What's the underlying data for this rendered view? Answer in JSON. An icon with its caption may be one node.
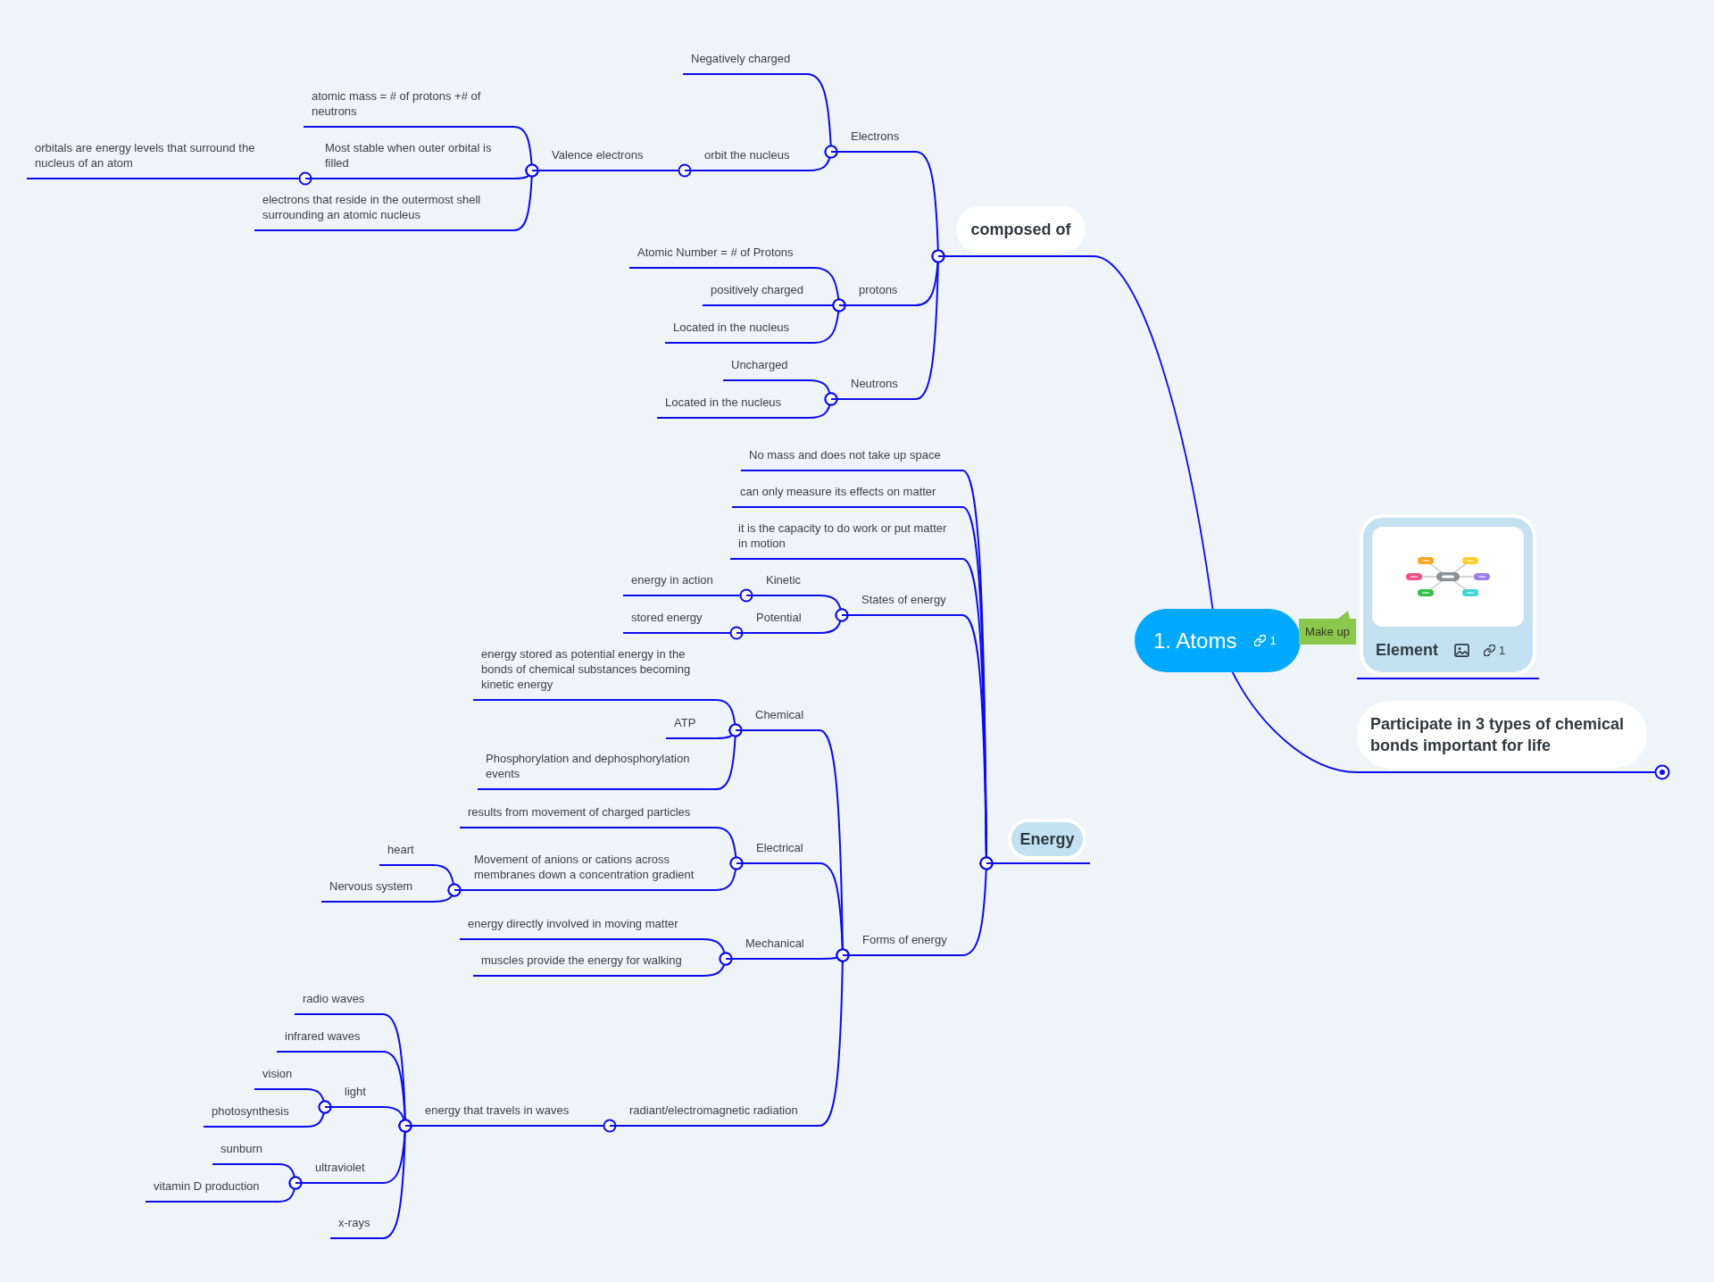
{
  "diagram": {
    "nodes": [
      {
        "text": [
          "1. Atoms",
          "1"
        ]
      },
      {
        "text": [
          "composed of"
        ]
      },
      {
        "text": [
          "Electrons"
        ]
      },
      {
        "text": [
          "Negatively charged"
        ]
      },
      {
        "text": [
          "orbit the nucleus"
        ]
      },
      {
        "text": [
          "Valence electrons"
        ]
      },
      {
        "text": [
          "atomic mass = # of protons +# of neutrons"
        ]
      },
      {
        "text": [
          "Most stable when outer orbital is filled"
        ]
      },
      {
        "text": [
          "orbitals are energy levels that surround the nucleus of an atom"
        ]
      },
      {
        "text": [
          "electrons that reside in the outermost shell surrounding an atomic nucleus"
        ]
      },
      {
        "text": [
          "protons"
        ]
      },
      {
        "text": [
          "Atomic Number = # of Protons"
        ]
      },
      {
        "text": [
          "positively charged"
        ]
      },
      {
        "text": [
          "Located in the nucleus"
        ]
      },
      {
        "text": [
          "Neutrons"
        ]
      },
      {
        "text": [
          "Uncharged"
        ]
      },
      {
        "text": [
          "Located in the nucleus"
        ]
      },
      {
        "text": [
          "Make up"
        ]
      },
      {
        "text": [
          "Element",
          "1"
        ]
      },
      {
        "text": [
          "Participate in 3 types of chemical bonds important for life"
        ]
      },
      {
        "text": [
          "Energy"
        ]
      },
      {
        "text": [
          "No mass and does not take up space"
        ]
      },
      {
        "text": [
          "can only measure its effects on matter"
        ]
      },
      {
        "text": [
          "it is the capacity to do work or put matter in motion"
        ]
      },
      {
        "text": [
          "States of energy"
        ]
      },
      {
        "text": [
          "Kinetic"
        ]
      },
      {
        "text": [
          "energy in action"
        ]
      },
      {
        "text": [
          "Potential"
        ]
      },
      {
        "text": [
          "stored energy"
        ]
      },
      {
        "text": [
          "Forms of energy"
        ]
      },
      {
        "text": [
          "Chemical"
        ]
      },
      {
        "text": [
          "energy stored as potential energy in the bonds of chemical substances becoming kinetic energy"
        ]
      },
      {
        "text": [
          "ATP"
        ]
      },
      {
        "text": [
          "Phosphorylation and dephosphorylation events"
        ]
      },
      {
        "text": [
          "Electrical"
        ]
      },
      {
        "text": [
          "results from movement of charged particles"
        ]
      },
      {
        "text": [
          "Movement of anions or cations across membranes down a concentration gradient"
        ]
      },
      {
        "text": [
          "heart"
        ]
      },
      {
        "text": [
          "Nervous system"
        ]
      },
      {
        "text": [
          "Mechanical"
        ]
      },
      {
        "text": [
          "energy directly involved in moving matter"
        ]
      },
      {
        "text": [
          "muscles provide the energy for walking"
        ]
      },
      {
        "text": [
          "radiant/electromagnetic radiation"
        ]
      },
      {
        "text": [
          "energy that travels in waves"
        ]
      },
      {
        "text": [
          "radio waves"
        ]
      },
      {
        "text": [
          "infrared waves"
        ]
      },
      {
        "text": [
          "light"
        ]
      },
      {
        "text": [
          "vision"
        ]
      },
      {
        "text": [
          "photosynthesis"
        ]
      },
      {
        "text": [
          "ultraviolet"
        ]
      },
      {
        "text": [
          "sunburn"
        ]
      },
      {
        "text": [
          "vitamin D production"
        ]
      },
      {
        "text": [
          "x-rays"
        ]
      }
    ],
    "edges": [
      {
        "from": 0,
        "to": 1,
        "arrow": "none"
      },
      {
        "from": 1,
        "to": 2,
        "arrow": "other"
      },
      {
        "from": 2,
        "to": 3,
        "arrow": "other"
      },
      {
        "from": 2,
        "to": 4,
        "arrow": "other"
      },
      {
        "from": 4,
        "to": 5,
        "arrow": "other"
      },
      {
        "from": 5,
        "to": 6,
        "arrow": "other"
      },
      {
        "from": 5,
        "to": 7,
        "arrow": "other"
      },
      {
        "from": 7,
        "to": 8,
        "arrow": "other"
      },
      {
        "from": 5,
        "to": 9,
        "arrow": "other"
      },
      {
        "from": 1,
        "to": 10,
        "arrow": "other"
      },
      {
        "from": 10,
        "to": 11,
        "arrow": "other"
      },
      {
        "from": 10,
        "to": 12,
        "arrow": "other"
      },
      {
        "from": 10,
        "to": 13,
        "arrow": "other"
      },
      {
        "from": 1,
        "to": 14,
        "arrow": "other"
      },
      {
        "from": 14,
        "to": 15,
        "arrow": "other"
      },
      {
        "from": 14,
        "to": 16,
        "arrow": "other"
      },
      {
        "from": 0,
        "to": 19,
        "arrow": "none"
      },
      {
        "from": 20,
        "to": 21,
        "arrow": "other"
      },
      {
        "from": 20,
        "to": 22,
        "arrow": "other"
      },
      {
        "from": 20,
        "to": 23,
        "arrow": "other"
      },
      {
        "from": 20,
        "to": 24,
        "arrow": "other"
      },
      {
        "from": 24,
        "to": 25,
        "arrow": "other"
      },
      {
        "from": 25,
        "to": 26,
        "arrow": "other"
      },
      {
        "from": 24,
        "to": 27,
        "arrow": "other"
      },
      {
        "from": 27,
        "to": 28,
        "arrow": "other"
      },
      {
        "from": 20,
        "to": 29,
        "arrow": "other"
      },
      {
        "from": 29,
        "to": 30,
        "arrow": "other"
      },
      {
        "from": 30,
        "to": 31,
        "arrow": "other"
      },
      {
        "from": 30,
        "to": 32,
        "arrow": "other"
      },
      {
        "from": 30,
        "to": 33,
        "arrow": "other"
      },
      {
        "from": 29,
        "to": 34,
        "arrow": "other"
      },
      {
        "from": 34,
        "to": 35,
        "arrow": "other"
      },
      {
        "from": 34,
        "to": 36,
        "arrow": "other"
      },
      {
        "from": 36,
        "to": 37,
        "arrow": "other"
      },
      {
        "from": 36,
        "to": 38,
        "arrow": "other"
      },
      {
        "from": 29,
        "to": 39,
        "arrow": "other"
      },
      {
        "from": 39,
        "to": 40,
        "arrow": "other"
      },
      {
        "from": 39,
        "to": 41,
        "arrow": "other"
      },
      {
        "from": 29,
        "to": 42,
        "arrow": "other"
      },
      {
        "from": 42,
        "to": 43,
        "arrow": "other"
      },
      {
        "from": 43,
        "to": 44,
        "arrow": "other"
      },
      {
        "from": 43,
        "to": 45,
        "arrow": "other"
      },
      {
        "from": 43,
        "to": 46,
        "arrow": "other"
      },
      {
        "from": 46,
        "to": 47,
        "arrow": "other"
      },
      {
        "from": 46,
        "to": 48,
        "arrow": "other"
      },
      {
        "from": 43,
        "to": 49,
        "arrow": "other"
      },
      {
        "from": 49,
        "to": 50,
        "arrow": "other"
      },
      {
        "from": 49,
        "to": 51,
        "arrow": "other"
      },
      {
        "from": 43,
        "to": 52,
        "arrow": "other"
      }
    ]
  }
}
